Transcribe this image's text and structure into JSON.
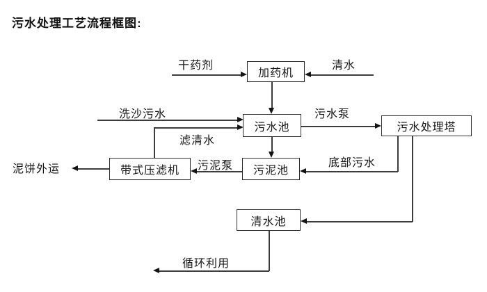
{
  "page": {
    "title": "污水处理工艺流程框图:"
  },
  "diagram": {
    "type": "flowchart",
    "nodes": {
      "dosing_machine": "加药机",
      "sewage_pool": "污水池",
      "treatment_tower": "污水处理塔",
      "sludge_pool": "污泥池",
      "belt_filter_press": "带式压滤机",
      "clean_water_pool": "清水池"
    },
    "edge_labels": {
      "dry_chemical": "干药剂",
      "clean_water": "清水",
      "sand_washing_sewage": "洗沙污水",
      "filtered_water": "滤清水",
      "sewage_pump": "污水泵",
      "sludge_pump": "污泥泵",
      "bottom_sewage": "底部污水",
      "mud_cake_out": "泥饼外运",
      "recycle_use": "循环利用"
    },
    "edges": [
      {
        "from": "dry_chemical_input",
        "to": "dosing_machine",
        "label": "干药剂"
      },
      {
        "from": "clean_water_input",
        "to": "dosing_machine",
        "label": "清水"
      },
      {
        "from": "dosing_machine",
        "to": "sewage_pool",
        "label": ""
      },
      {
        "from": "sand_washing_sewage_input",
        "to": "sewage_pool",
        "label": "洗沙污水"
      },
      {
        "from": "belt_filter_press",
        "to": "sewage_pool",
        "label": "滤清水"
      },
      {
        "from": "sewage_pool",
        "to": "treatment_tower",
        "label": "污水泵"
      },
      {
        "from": "sewage_pool",
        "to": "sludge_pool",
        "label": ""
      },
      {
        "from": "treatment_tower",
        "to": "sludge_pool",
        "label": "底部污水"
      },
      {
        "from": "sludge_pool",
        "to": "belt_filter_press",
        "label": "污泥泵"
      },
      {
        "from": "belt_filter_press",
        "to": "mud_cake_out",
        "label": "泥饼外运"
      },
      {
        "from": "treatment_tower",
        "to": "clean_water_pool",
        "label": ""
      },
      {
        "from": "clean_water_pool",
        "to": "recycle_use",
        "label": "循环利用"
      }
    ],
    "colors": {
      "background": "#ffffff",
      "line": "#3c3c3c",
      "text": "#161616"
    }
  }
}
